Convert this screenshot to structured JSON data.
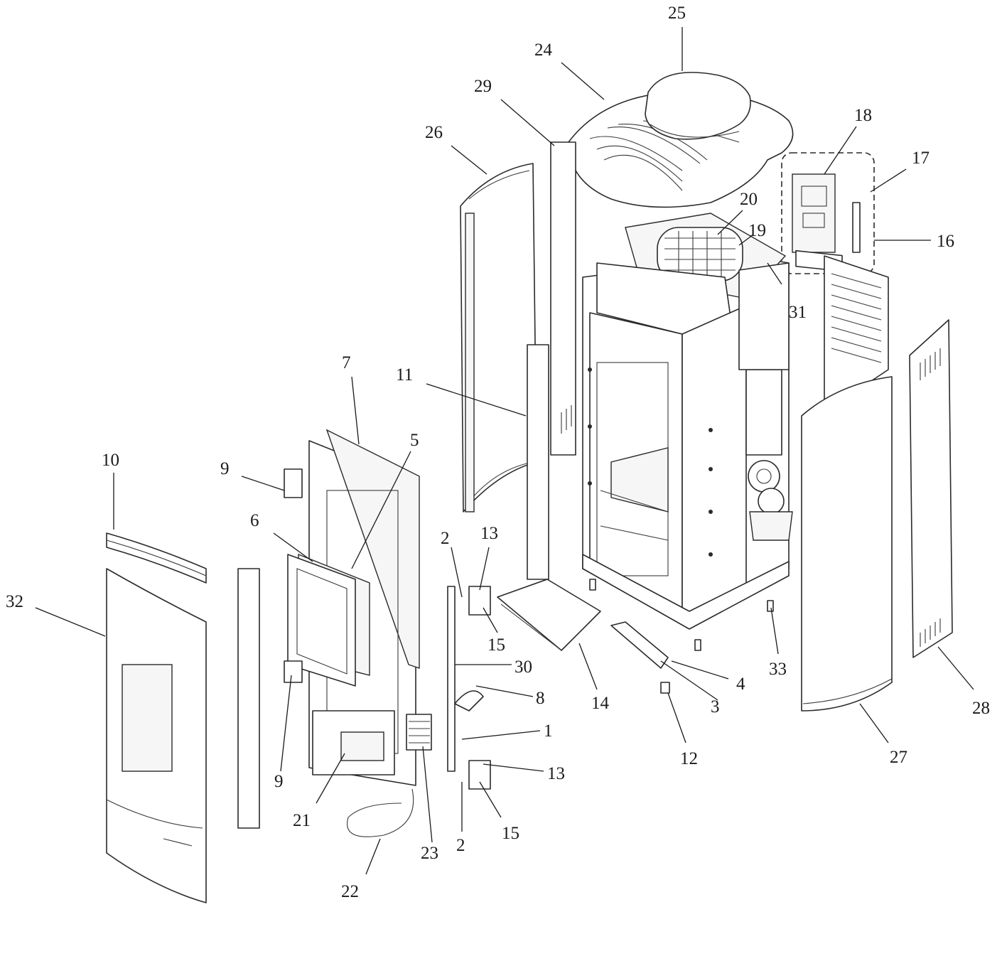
{
  "callouts": [
    {
      "label": "1"
    },
    {
      "label": "2"
    },
    {
      "label": "2"
    },
    {
      "label": "3"
    },
    {
      "label": "4"
    },
    {
      "label": "5"
    },
    {
      "label": "6"
    },
    {
      "label": "7"
    },
    {
      "label": "8"
    },
    {
      "label": "9"
    },
    {
      "label": "9"
    },
    {
      "label": "10"
    },
    {
      "label": "11"
    },
    {
      "label": "12"
    },
    {
      "label": "13"
    },
    {
      "label": "13"
    },
    {
      "label": "14"
    },
    {
      "label": "15"
    },
    {
      "label": "15"
    },
    {
      "label": "16"
    },
    {
      "label": "17"
    },
    {
      "label": "18"
    },
    {
      "label": "19"
    },
    {
      "label": "20"
    },
    {
      "label": "21"
    },
    {
      "label": "22"
    },
    {
      "label": "23"
    },
    {
      "label": "24"
    },
    {
      "label": "25"
    },
    {
      "label": "26"
    },
    {
      "label": "27"
    },
    {
      "label": "28"
    },
    {
      "label": "29"
    },
    {
      "label": "30"
    },
    {
      "label": "31"
    },
    {
      "label": "32"
    },
    {
      "label": "33"
    }
  ],
  "colors": {
    "line": "#2a2a2a",
    "background": "#ffffff"
  }
}
